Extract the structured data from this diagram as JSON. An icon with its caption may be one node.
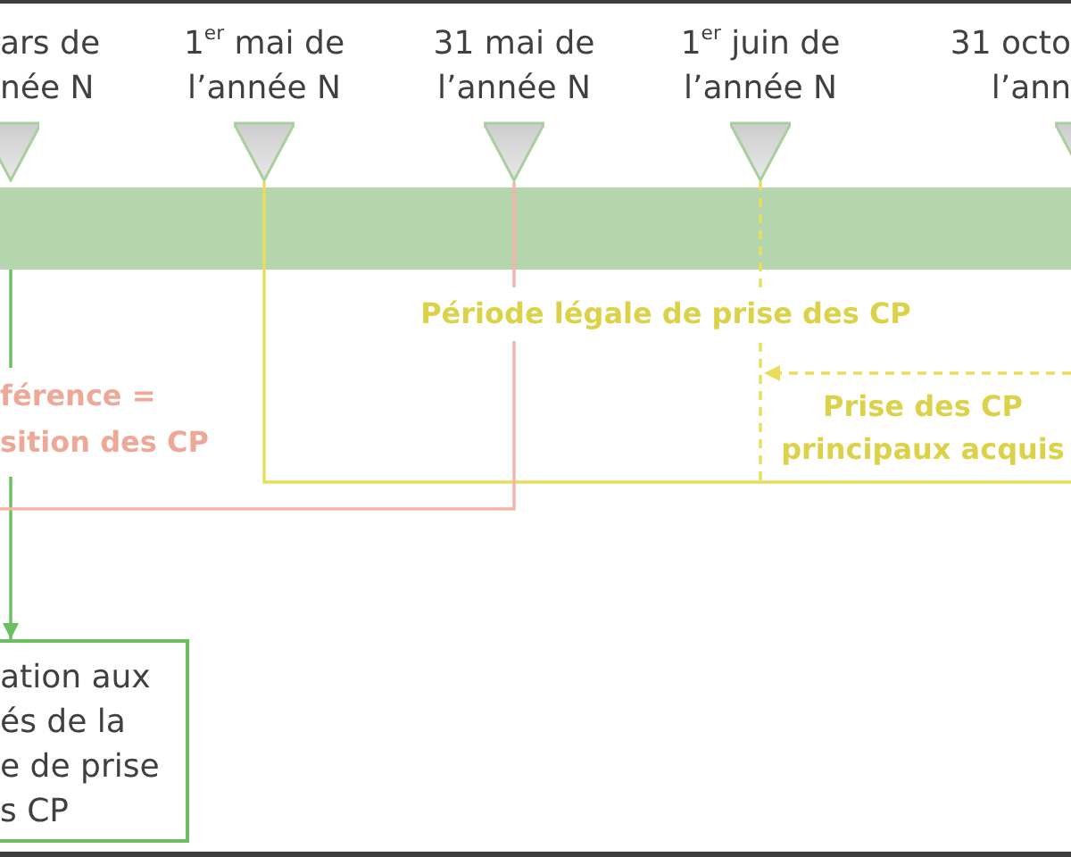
{
  "diagram": {
    "nodes": [
      {
        "text": [
          "ars de née N"
        ]
      },
      {
        "text": [
          "1$^{er}$ mai de l’année N"
        ]
      },
      {
        "text": [
          "31 mai de l’année N"
        ]
      },
      {
        "text": [
          "1$^{er}$ juin de l’année N"
        ]
      },
      {
        "text": [
          "31 octo l’ann"
        ]
      },
      {
        "text": [],
        "shape": "bar"
      },
      {
        "text": [
          "ation aux és de la e de prise s CP"
        ]
      }
    ],
    "edges": [
      {
        "from": 5,
        "to": 6,
        "arrow": "to",
        "color": "#6abf5e"
      },
      {
        "from": 1,
        "to": null,
        "arrow": "none"
      },
      {
        "from": 2,
        "to": null,
        "arrow": "none",
        "color": "#f3b5a8"
      },
      {
        "from": 3,
        "to": null,
        "arrow": "none",
        "style": "dashed"
      }
    ],
    "labels": [
      "Période légale de prise des CP",
      "férence = sition des CP",
      "Prise des CP principaux acquis"
    ]
  }
}
